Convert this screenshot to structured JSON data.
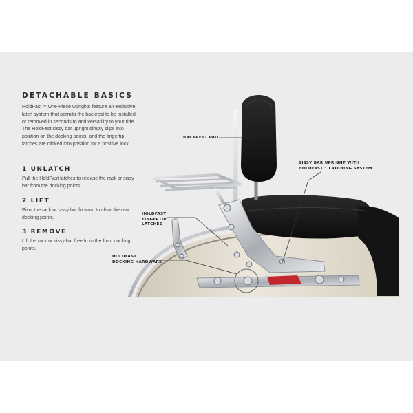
{
  "title": "DETACHABLE BASICS",
  "intro": "HoldFast™ One-Piece Uprights feature an exclusive latch system that permits the backrest to be installed or removed in seconds to add versatility to your ride. The HoldFast sissy bar upright simply slips into position on the docking points, and the fingertip latches are clicked into position for a positive lock.",
  "steps": [
    {
      "heading": "1  UNLATCH",
      "text": "Pull the HoldFast latches to release the rack or sissy bar from the docking points."
    },
    {
      "heading": "2  LIFT",
      "text": "Pivot the rack or sissy bar forward to clear the rear docking points."
    },
    {
      "heading": "3  REMOVE",
      "text": "Lift the rack or sissy bar free from the front docking points."
    }
  ],
  "callouts": {
    "backrest": "BACKREST PAD",
    "upright_line1": "SISSY BAR UPRIGHT WITH",
    "upright_line2": "HOLDFAST™ LATCHING SYSTEM",
    "latches_line1": "HOLDFAST",
    "latches_line2": "FINGERTIP",
    "latches_line3": "LATCHES",
    "docking_line1": "HOLDFAST",
    "docking_line2": "DOCKING HARDWARE"
  },
  "colors": {
    "panel": "#ececec",
    "chrome": "#c9ccd0",
    "seat": "#1a1a1a",
    "fender": "#e3ddd0",
    "reflector": "#c1272d"
  }
}
